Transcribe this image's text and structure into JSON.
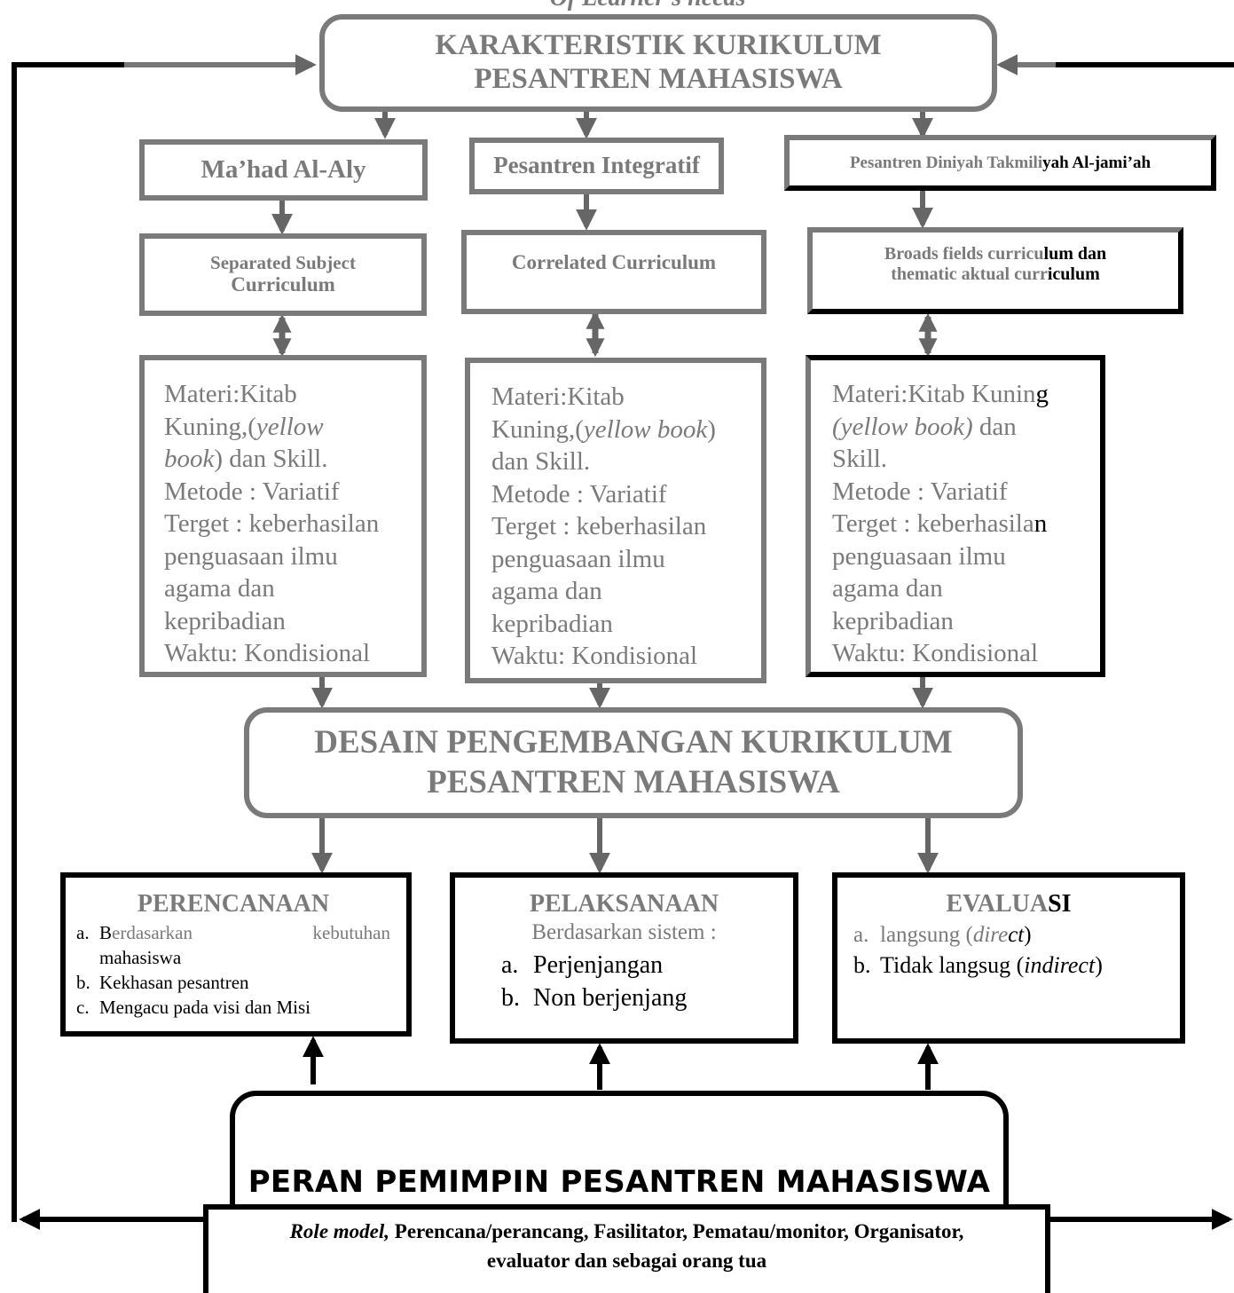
{
  "diagram": {
    "top_partial_text": "Of Learner's needs",
    "main_title": [
      "KARAKTERISTIK KURIKULUM",
      "PESANTREN MAHASISWA"
    ],
    "types": [
      "Ma’had Al-Aly",
      "Pesantren Integratif",
      "Pesantren Diniyah Takmili",
      "yah Al-jami’ah"
    ],
    "curricula": {
      "left": [
        "Separated Subject",
        "Curriculum"
      ],
      "middle": "Correlated Curriculum",
      "right": [
        "Broads fields curricu",
        "lum dan",
        "thematic aktual curr",
        "iculum"
      ]
    },
    "details": {
      "left": {
        "materi": "Materi:Kitab",
        "kuning": "Kuning,(",
        "yellow": "yellow",
        "book": "book",
        "dan_skill": ") dan Skill.",
        "metode": "Metode : Variatif",
        "target": "Terget : keberhasilan",
        "penguasaan": "penguasaan ilmu",
        "agama": "agama dan",
        "kepribadian": "kepribadian",
        "waktu": "Waktu: Kondisional"
      },
      "middle": {
        "materi": "Materi:Kitab",
        "kuning": "Kuning,(",
        "yellow_book": "yellow book",
        "paren": ")",
        "dan_skill": "dan Skill.",
        "metode": "Metode : Variatif",
        "target": "Terget : keberhasilan",
        "penguasaan": "penguasaan ilmu",
        "agama": "agama dan",
        "kepribadian": "kepribadian",
        "waktu": "Waktu: Kondisional"
      },
      "right": {
        "materi_a": "Materi:Kitab Kunin",
        "materi_b": "g",
        "yellow_book": "(yellow book)",
        "dan": " dan",
        "skill": "Skill.",
        "metode": "Metode : Variatif",
        "target_a": "Terget : keberhasila",
        "target_b": "n",
        "penguasaan": "penguasaan ilmu",
        "agama": "agama dan",
        "kepribadian": "kepribadian",
        "waktu": "Waktu: Kondisional"
      }
    },
    "design_title": [
      "DESAIN PENGEMBANGAN KURIKULUM",
      "PESANTREN MAHASISWA"
    ],
    "perencanaan": {
      "title": "PERENCANAAN",
      "items": [
        {
          "marker": "a.",
          "b_letter": "B",
          "text1": "erdasarkan",
          "text2": "kebutuhan",
          "text3": "mahasiswa"
        },
        {
          "marker": "b.",
          "text": "Kekhasan pesantren"
        },
        {
          "marker": "c.",
          "text": "Mengacu pada visi dan Misi"
        }
      ]
    },
    "pelaksanaan": {
      "title": "PELAKSANAAN",
      "subtitle": "Berdasarkan sistem :",
      "items": [
        {
          "marker": "a.",
          "text": "Perjenjangan"
        },
        {
          "marker": "b.",
          "text": "Non berjenjang"
        }
      ]
    },
    "evaluasi": {
      "title_a": "EVALUA",
      "title_b": "SI",
      "items": [
        {
          "marker": "a.",
          "text": "langsung (",
          "italic_a": "dire",
          "italic_b": "ct",
          "close": ")"
        },
        {
          "marker": "b.",
          "text": "Tidak langsug (",
          "italic": "indirect",
          "close": ")"
        }
      ]
    },
    "leader_role": "PERAN PEMIMPIN PESANTREN MAHASISWA",
    "roles": {
      "italic": "Role model,",
      "line1": " Perencana/perancang, Fasilitator, Pematau/monitor, Organisator,",
      "line2": "evaluator dan sebagai orang tua"
    }
  }
}
